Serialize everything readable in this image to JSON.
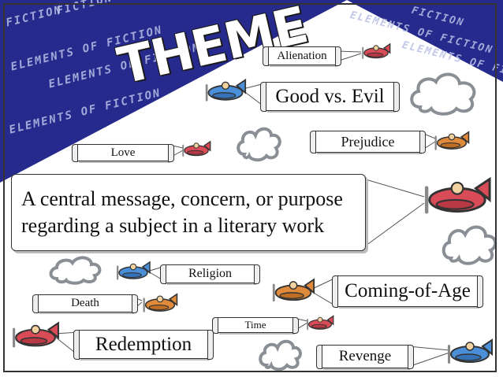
{
  "slide": {
    "title": "THEME",
    "brand_text": "ELEMENTS OF FICTION",
    "brand_short": "FICTION",
    "definition": {
      "line1": "A central message, concern, or purpose",
      "line2": "regarding a subject in a literary work"
    },
    "themes": {
      "alienation": "Alienation",
      "good_vs_evil": "Good vs. Evil",
      "love": "Love",
      "prejudice": "Prejudice",
      "religion": "Religion",
      "death": "Death",
      "coming_of_age": "Coming-of-Age",
      "time": "Time",
      "redemption": "Redemption",
      "revenge": "Revenge"
    }
  },
  "colors": {
    "navy": "#262a8c",
    "brand_text": "#b9bfe6",
    "plane_red": "#d94c57",
    "plane_blue": "#4a8fd8",
    "plane_orange": "#e08a3c",
    "cloud_outline": "#8a8f96"
  }
}
